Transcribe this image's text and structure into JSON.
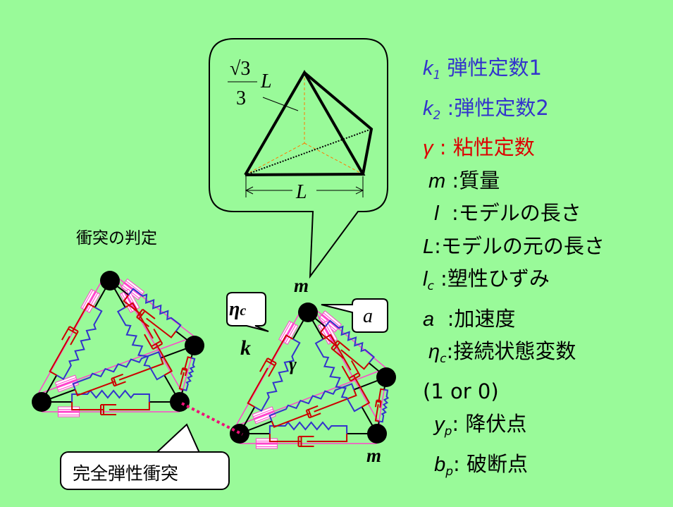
{
  "colors": {
    "background": "#99fa99",
    "spring": "#3333cc",
    "damper": "#cc0000",
    "pad": "#ff44cc",
    "dashed": "#ff7a00"
  },
  "tetra": {
    "height_label_num": "√3",
    "height_label_den": "3",
    "height_label_var": "L",
    "base_label": "L"
  },
  "diagram_labels": {
    "collision_title": "衝突の判定",
    "collision_callout": "完全弾性衝突",
    "mass_top": "m",
    "mass_bottom": "m",
    "eta_c": "η",
    "eta_c_sub": "c",
    "accel": "a",
    "k": "k",
    "gamma": "γ"
  },
  "legend": [
    {
      "sym": "k",
      "sub": "1",
      "sep": " ",
      "text": "弾性定数1",
      "color": "blue"
    },
    {
      "sym": "k",
      "sub": "2",
      "sep": " :",
      "text": "弾性定数2",
      "color": "blue"
    },
    {
      "sym": "γ",
      "sub": "",
      "sep": " : ",
      "text": "粘性定数",
      "color": "red"
    },
    {
      "sym": " m",
      "sub": "",
      "sep": " :",
      "text": "質量",
      "color": "black"
    },
    {
      "sym": "  l",
      "sub": "",
      "sep": "  :",
      "text": "モデルの長さ",
      "color": "black"
    },
    {
      "sym": "L",
      "sub": "",
      "sep": ":",
      "text": "モデルの元の長さ",
      "color": "black"
    },
    {
      "sym": "l",
      "sub": "c",
      "sep": " :",
      "text": "塑性ひずみ",
      "color": "black"
    },
    {
      "sym": "a",
      "sub": "",
      "sep": "  :",
      "text": "加速度",
      "color": "black"
    },
    {
      "sym": " η",
      "sub": "c",
      "sep": ":",
      "text": "接続状態変数",
      "color": "black"
    },
    {
      "sym": "",
      "sub": "",
      "sep": "",
      "text": "(1 or 0)",
      "color": "black"
    },
    {
      "sym": "  y",
      "sub": "p",
      "sep": ": ",
      "text": "降伏点",
      "color": "black"
    },
    {
      "sym": "  b",
      "sub": "p",
      "sep": ": ",
      "text": "破断点",
      "color": "black"
    }
  ]
}
